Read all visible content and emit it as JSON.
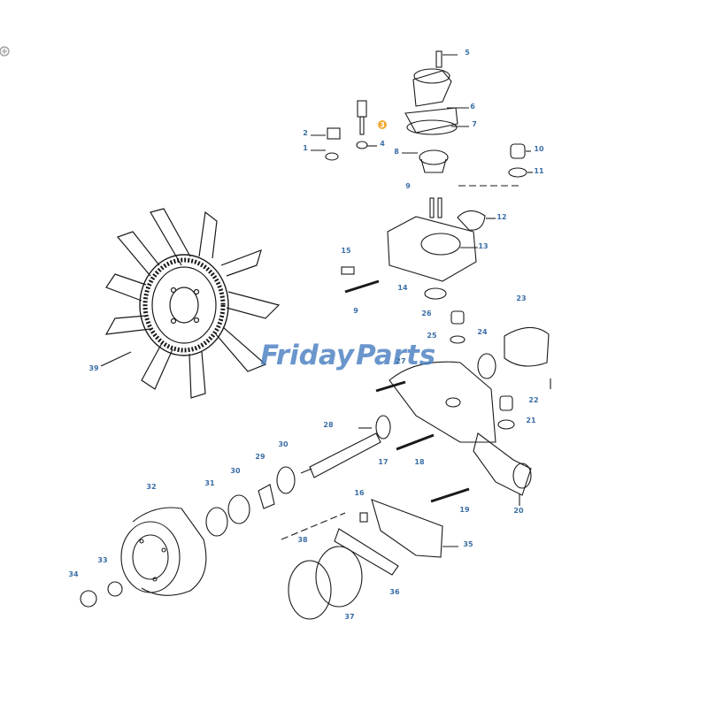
{
  "colors": {
    "line": "#1a1a1a",
    "label": "#3a6ea5",
    "highlight": "#f0a830",
    "watermark_blue": "#4a7fc1",
    "watermark_orange": "#f2a23a"
  },
  "watermark": {
    "part1": "Friday",
    "part2": "Parts"
  },
  "zoom_control": {
    "icon": "magnifier-icon"
  },
  "highlighted_callout": "3",
  "callouts": [
    "1",
    "2",
    "3",
    "4",
    "5",
    "6",
    "7",
    "8",
    "9",
    "10",
    "11",
    "12",
    "13",
    "14",
    "15",
    "9",
    "26",
    "25",
    "23",
    "24",
    "27",
    "22",
    "21",
    "28",
    "17",
    "18",
    "19",
    "20",
    "29",
    "30",
    "30",
    "31",
    "32",
    "33",
    "34",
    "16",
    "35",
    "36",
    "37",
    "38",
    "39"
  ]
}
